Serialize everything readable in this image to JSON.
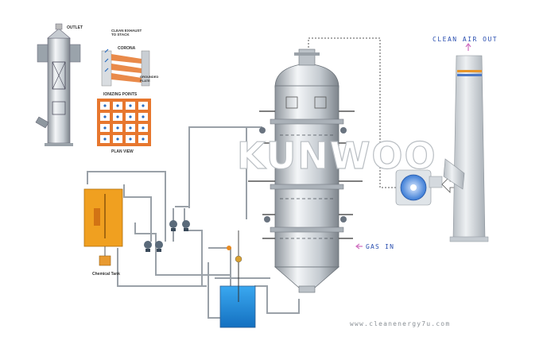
{
  "inset": {
    "outlet_label": "OUTLET",
    "clean_exhaust_label": "CLEAN EXHAUST\nTO STACK",
    "corona_label": "CORONA",
    "grounded_plate_label": "GROUNDED\nPLATE",
    "ionizing_points_label": "IONIZING POINTS",
    "plan_view_label": "PLAN VIEW"
  },
  "labels": {
    "watermark": "KUNWOO",
    "clean_air_out": "CLEAN AIR OUT",
    "gas_in": "GAS IN",
    "chemical_tank": "Chemical Tank",
    "website": "www.cleanenergy7u.com"
  },
  "colors": {
    "chemical_tank": "#f0a020",
    "water_tank": "#1e90e0",
    "fan": "#3a7bd5",
    "stack_stripe_orange": "#e8962a",
    "stack_stripe_blue": "#4a78c8",
    "arrow_pink": "#d070c0"
  }
}
